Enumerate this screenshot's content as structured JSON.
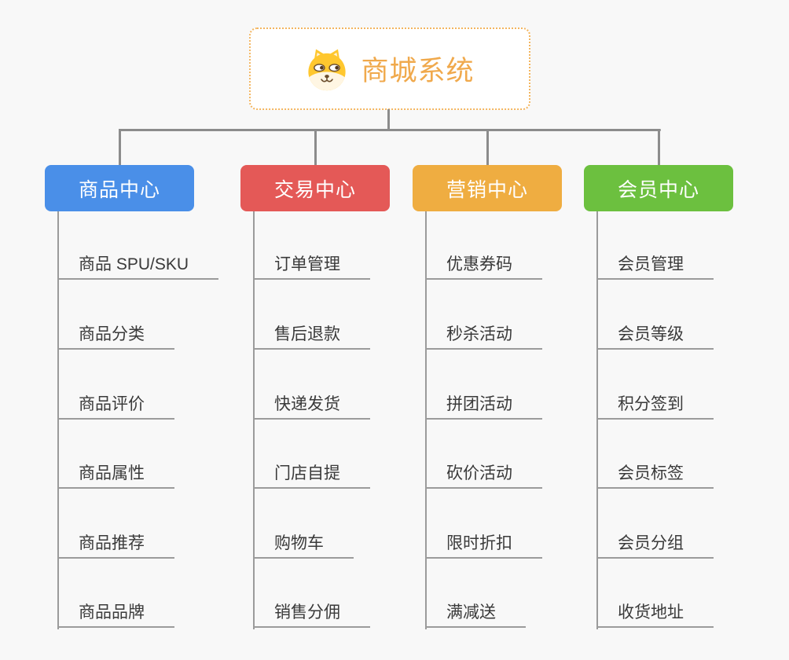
{
  "page": {
    "background_color": "#f8f8f8",
    "connector_color": "#8c8c8c",
    "leaf_line_color": "#9b9b9b",
    "leaf_text_color": "#3a3a3a"
  },
  "root": {
    "label": "商城系统",
    "icon": "shiba-dog-icon",
    "text_color": "#f0a94c",
    "border_color": "#f3b55f",
    "background_color": "#ffffff"
  },
  "branches": [
    {
      "label": "商品中心",
      "color": "#4a8fe8",
      "items": [
        "商品 SPU/SKU",
        "商品分类",
        "商品评价",
        "商品属性",
        "商品推荐",
        "商品品牌"
      ]
    },
    {
      "label": "交易中心",
      "color": "#e45957",
      "items": [
        "订单管理",
        "售后退款",
        "快递发货",
        "门店自提",
        "购物车",
        "销售分佣"
      ]
    },
    {
      "label": "营销中心",
      "color": "#efad41",
      "items": [
        "优惠券码",
        "秒杀活动",
        "拼团活动",
        "砍价活动",
        "限时折扣",
        "满减送"
      ]
    },
    {
      "label": "会员中心",
      "color": "#6cc03f",
      "items": [
        "会员管理",
        "会员等级",
        "积分签到",
        "会员标签",
        "会员分组",
        "收货地址"
      ]
    }
  ]
}
